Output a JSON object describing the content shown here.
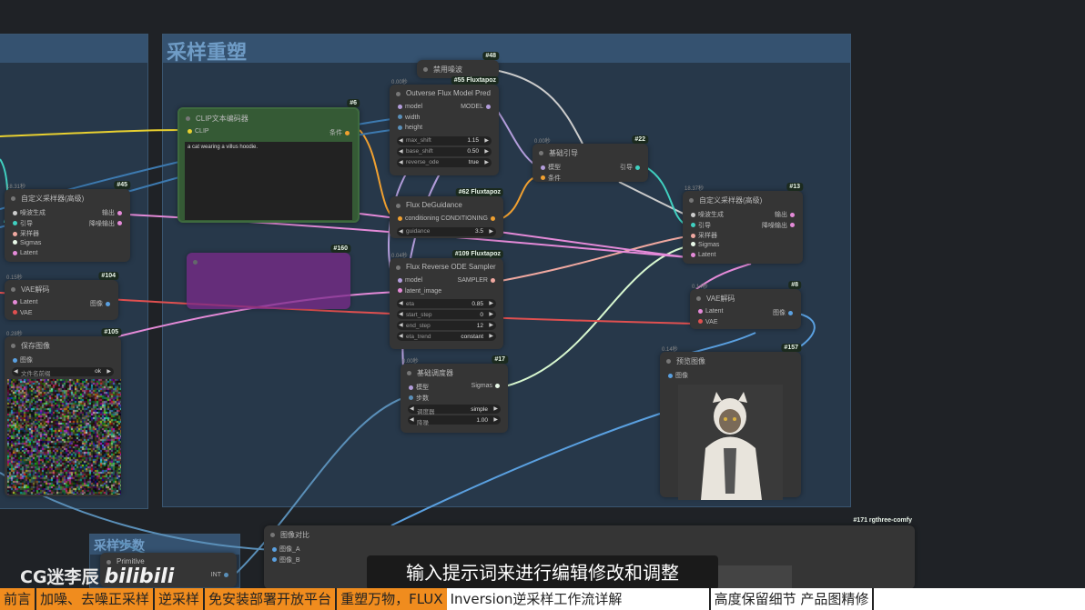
{
  "groups": {
    "left": "",
    "main": "采样重塑",
    "steps": "采样步数"
  },
  "nodes": [
    {
      "key": "n48",
      "badge": "#48",
      "title": "禁用噪波",
      "time": "",
      "inputs": [],
      "outputs": [],
      "widgets": []
    },
    {
      "key": "n55",
      "badge": "#55 Fluxtapoz",
      "title": "Outverse Flux Model Pred",
      "time": "0.00秒",
      "rows": [
        {
          "in": "model",
          "inc": "#b39ddb",
          "out": "MODEL",
          "outc": "#b39ddb"
        },
        {
          "in": "width",
          "inc": "#5a8fb8"
        },
        {
          "in": "height",
          "inc": "#5a8fb8"
        }
      ],
      "widgets": [
        {
          "label": "max_shift",
          "value": "1.15"
        },
        {
          "label": "base_shift",
          "value": "0.50"
        },
        {
          "label": "reverse_ode",
          "value": "true"
        }
      ]
    },
    {
      "key": "n6",
      "badge": "#6",
      "title": "CLIP文本编码器",
      "time": "",
      "rows": [
        {
          "in": "CLIP",
          "inc": "#e8d030",
          "out": "条件",
          "outc": "#f0a030"
        }
      ],
      "prompt": "a cat wearing a villus hoodie."
    },
    {
      "key": "n22",
      "badge": "#22",
      "title": "基础引导",
      "time": "0.00秒",
      "rows": [
        {
          "in": "模型",
          "inc": "#b39ddb",
          "out": "引导",
          "outc": "#40d0c0"
        },
        {
          "in": "条件",
          "inc": "#f0a030"
        }
      ],
      "widgets": []
    },
    {
      "key": "n62",
      "badge": "#62 Fluxtapoz",
      "title": "Flux DeGuidance",
      "time": "",
      "rows": [
        {
          "in": "conditioning",
          "inc": "#f0a030",
          "out": "CONDITIONING",
          "outc": "#f0a030"
        }
      ],
      "widgets": [
        {
          "label": "guidance",
          "value": "3.5"
        }
      ]
    },
    {
      "key": "n109",
      "badge": "#109 Fluxtapoz",
      "title": "Flux Reverse ODE Sampler",
      "time": "0.04秒",
      "rows": [
        {
          "in": "model",
          "inc": "#b39ddb",
          "out": "SAMPLER",
          "outc": "#f0a8a0"
        },
        {
          "in": "latent_image",
          "inc": "#e48ad8"
        }
      ],
      "widgets": [
        {
          "label": "eta",
          "value": "0.85"
        },
        {
          "label": "start_step",
          "value": "0"
        },
        {
          "label": "end_step",
          "value": "12"
        },
        {
          "label": "eta_trend",
          "value": "constant"
        }
      ]
    },
    {
      "key": "n17",
      "badge": "#17",
      "title": "基础调度器",
      "time": "0.00秒",
      "rows": [
        {
          "in": "模型",
          "inc": "#b39ddb",
          "out": "Sigmas",
          "outc": "#e8f8e8"
        },
        {
          "in": "步数",
          "inc": "#5a8fb8"
        }
      ],
      "widgets": [
        {
          "label": "调度器",
          "value": "simple"
        },
        {
          "label": "降噪",
          "value": "1.00"
        }
      ]
    },
    {
      "key": "n45",
      "badge": "#45",
      "title": "自定义采样器(高级)",
      "time": "18.31秒",
      "rows": [
        {
          "in": "噪波生成",
          "inc": "#ccc",
          "out": "输出",
          "outc": "#e48ad8"
        },
        {
          "in": "引导",
          "inc": "#40d0c0",
          "out": "降噪输出",
          "outc": "#e48ad8"
        },
        {
          "in": "采样器",
          "inc": "#f0a8a0"
        },
        {
          "in": "Sigmas",
          "inc": "#e8f8e8"
        },
        {
          "in": "Latent",
          "inc": "#e48ad8"
        }
      ]
    },
    {
      "key": "n104",
      "badge": "#104",
      "title": "VAE解码",
      "time": "0.15秒",
      "rows": [
        {
          "in": "Latent",
          "inc": "#e48ad8",
          "out": "图像",
          "outc": "#5aa0e0"
        },
        {
          "in": "VAE",
          "inc": "#e05050"
        }
      ]
    },
    {
      "key": "n105",
      "badge": "#105",
      "title": "保存图像",
      "time": "0.28秒",
      "rows": [
        {
          "in": "图像",
          "inc": "#5aa0e0"
        }
      ],
      "widgets": [
        {
          "label": "文件名前缀",
          "value": "ok"
        }
      ]
    },
    {
      "key": "n13",
      "badge": "#13",
      "title": "自定义采样器(高级)",
      "time": "18.37秒",
      "rows": [
        {
          "in": "噪波生成",
          "inc": "#ccc",
          "out": "输出",
          "outc": "#e48ad8"
        },
        {
          "in": "引导",
          "inc": "#40d0c0",
          "out": "降噪输出",
          "outc": "#e48ad8"
        },
        {
          "in": "采样器",
          "inc": "#f0a8a0"
        },
        {
          "in": "Sigmas",
          "inc": "#e8f8e8"
        },
        {
          "in": "Latent",
          "inc": "#e48ad8"
        }
      ]
    },
    {
      "key": "n8",
      "badge": "#8",
      "title": "VAE解码",
      "time": "0.14秒",
      "rows": [
        {
          "in": "Latent",
          "inc": "#e48ad8",
          "out": "图像",
          "outc": "#5aa0e0"
        },
        {
          "in": "VAE",
          "inc": "#e05050"
        }
      ]
    },
    {
      "key": "n157",
      "badge": "#157",
      "title": "预览图像",
      "time": "0.14秒",
      "rows": [
        {
          "in": "图像",
          "inc": "#5aa0e0"
        }
      ]
    },
    {
      "key": "n160",
      "badge": "#160",
      "title": "",
      "time": "",
      "rows": []
    },
    {
      "key": "n171",
      "badge": "#171 rgthree-comfy",
      "title": "图像对比",
      "time": "",
      "rows": [
        {
          "in": "图像_A",
          "inc": "#5aa0e0"
        },
        {
          "in": "图像_B",
          "inc": "#5aa0e0"
        }
      ]
    },
    {
      "key": "nsteps",
      "badge": "",
      "title": "Primitive",
      "time": "",
      "rows": [
        {
          "out": "INT",
          "outc": "#5a8fb8"
        }
      ]
    }
  ],
  "subtitle": "输入提示词来进行编辑修改和调整",
  "watermark": {
    "author": "CG迷李辰",
    "logo": "bilibili"
  },
  "chapters": [
    {
      "label": "前言",
      "active": true
    },
    {
      "label": "加噪、去噪正采样",
      "active": true
    },
    {
      "label": "逆采样",
      "active": true
    },
    {
      "label": "免安装部署开放平台",
      "active": true
    },
    {
      "label": "  重塑万物，FLUX",
      "active": true
    },
    {
      "label": " Inversion逆采样工作流详解",
      "active": false
    },
    {
      "label": "高度保留细节 产品图精修",
      "active": false
    }
  ],
  "colors": {
    "accent": "#f08c1e",
    "group_header": "#355270",
    "node_bg": "#353535",
    "clip_node": "#355a35"
  }
}
